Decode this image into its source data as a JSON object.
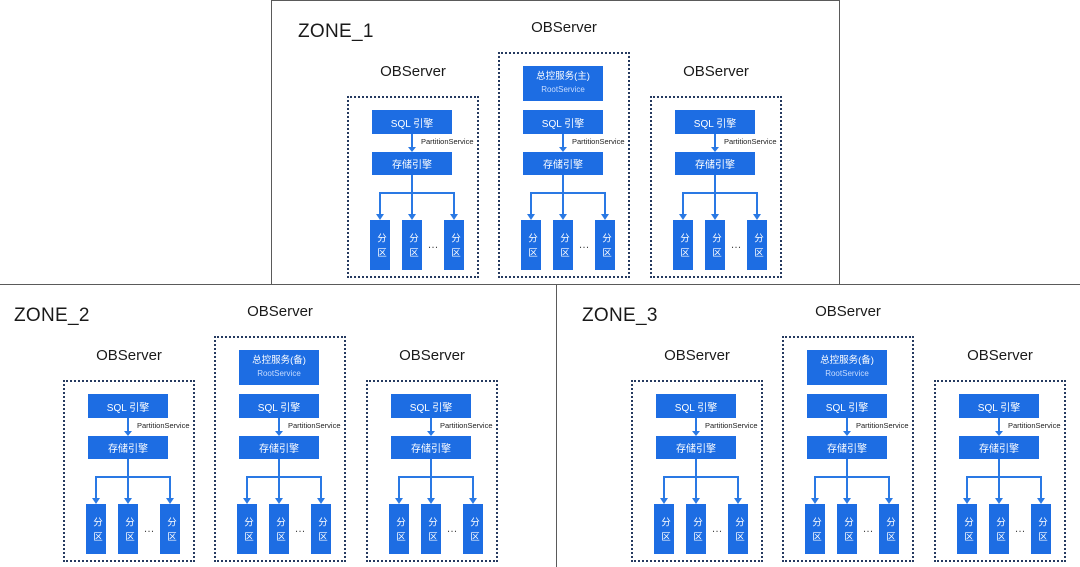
{
  "colors": {
    "block_blue": "#1d6de3",
    "connector_blue": "#2a79e4",
    "server_border": "#253a60",
    "zone_border": "#5a5a5a"
  },
  "zones": [
    {
      "name": "ZONE_1",
      "servers": [
        {
          "label": "OBServer",
          "sql": "SQL 引擎",
          "partition_service": "PartitionService",
          "storage": "存储引擎",
          "partitions": [
            "分区",
            "分区",
            "分区"
          ],
          "ellipsis": "…"
        },
        {
          "label": "OBServer",
          "root_service": {
            "title": "总控服务(主)",
            "subtitle": "RootService"
          },
          "sql": "SQL 引擎",
          "partition_service": "PartitionService",
          "storage": "存储引擎",
          "partitions": [
            "分区",
            "分区",
            "分区"
          ],
          "ellipsis": "…"
        },
        {
          "label": "OBServer",
          "sql": "SQL 引擎",
          "partition_service": "PartitionService",
          "storage": "存储引擎",
          "partitions": [
            "分区",
            "分区",
            "分区"
          ],
          "ellipsis": "…"
        }
      ]
    },
    {
      "name": "ZONE_2",
      "servers": [
        {
          "label": "OBServer",
          "sql": "SQL 引擎",
          "partition_service": "PartitionService",
          "storage": "存储引擎",
          "partitions": [
            "分区",
            "分区",
            "分区"
          ],
          "ellipsis": "…"
        },
        {
          "label": "OBServer",
          "root_service": {
            "title": "总控服务(备)",
            "subtitle": "RootService"
          },
          "sql": "SQL 引擎",
          "partition_service": "PartitionService",
          "storage": "存储引擎",
          "partitions": [
            "分区",
            "分区",
            "分区"
          ],
          "ellipsis": "…"
        },
        {
          "label": "OBServer",
          "sql": "SQL 引擎",
          "partition_service": "PartitionService",
          "storage": "存储引擎",
          "partitions": [
            "分区",
            "分区",
            "分区"
          ],
          "ellipsis": "…"
        }
      ]
    },
    {
      "name": "ZONE_3",
      "servers": [
        {
          "label": "OBServer",
          "sql": "SQL 引擎",
          "partition_service": "PartitionService",
          "storage": "存储引擎",
          "partitions": [
            "分区",
            "分区",
            "分区"
          ],
          "ellipsis": "…"
        },
        {
          "label": "OBServer",
          "root_service": {
            "title": "总控服务(备)",
            "subtitle": "RootService"
          },
          "sql": "SQL 引擎",
          "partition_service": "PartitionService",
          "storage": "存储引擎",
          "partitions": [
            "分区",
            "分区",
            "分区"
          ],
          "ellipsis": "…"
        },
        {
          "label": "OBServer",
          "sql": "SQL 引擎",
          "partition_service": "PartitionService",
          "storage": "存储引擎",
          "partitions": [
            "分区",
            "分区",
            "分区"
          ],
          "ellipsis": "…"
        }
      ]
    }
  ]
}
